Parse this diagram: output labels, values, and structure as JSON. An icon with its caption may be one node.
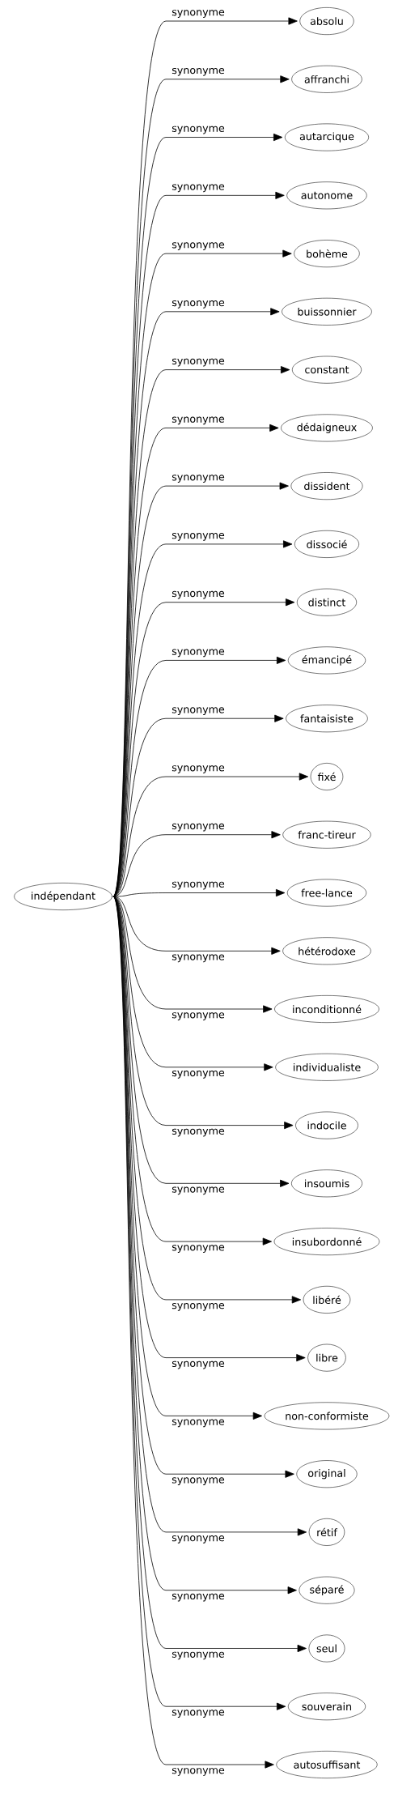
{
  "diagram": {
    "nodes": [
      {
        "text": [
          "indépendant"
        ]
      },
      {
        "text": [
          "absolu"
        ]
      },
      {
        "text": [
          "affranchi"
        ]
      },
      {
        "text": [
          "autarcique"
        ]
      },
      {
        "text": [
          "autonome"
        ]
      },
      {
        "text": [
          "bohème"
        ]
      },
      {
        "text": [
          "buissonnier"
        ]
      },
      {
        "text": [
          "constant"
        ]
      },
      {
        "text": [
          "dédaigneux"
        ]
      },
      {
        "text": [
          "dissident"
        ]
      },
      {
        "text": [
          "dissocié"
        ]
      },
      {
        "text": [
          "distinct"
        ]
      },
      {
        "text": [
          "émancipé"
        ]
      },
      {
        "text": [
          "fantaisiste"
        ]
      },
      {
        "text": [
          "fixé"
        ]
      },
      {
        "text": [
          "franc-tireur"
        ]
      },
      {
        "text": [
          "free-lance"
        ]
      },
      {
        "text": [
          "hétérodoxe"
        ]
      },
      {
        "text": [
          "inconditionné"
        ]
      },
      {
        "text": [
          "individualiste"
        ]
      },
      {
        "text": [
          "indocile"
        ]
      },
      {
        "text": [
          "insoumis"
        ]
      },
      {
        "text": [
          "insubordonné"
        ]
      },
      {
        "text": [
          "libéré"
        ]
      },
      {
        "text": [
          "libre"
        ]
      },
      {
        "text": [
          "non-conformiste"
        ]
      },
      {
        "text": [
          "original"
        ]
      },
      {
        "text": [
          "rétif"
        ]
      },
      {
        "text": [
          "séparé"
        ]
      },
      {
        "text": [
          "seul"
        ]
      },
      {
        "text": [
          "souverain"
        ]
      },
      {
        "text": [
          "autosuffisant"
        ]
      }
    ],
    "edges": [
      {
        "from": 0,
        "to": 1,
        "arrow": "to",
        "label": "synonyme"
      },
      {
        "from": 0,
        "to": 2,
        "arrow": "to",
        "label": "synonyme"
      },
      {
        "from": 0,
        "to": 3,
        "arrow": "to",
        "label": "synonyme"
      },
      {
        "from": 0,
        "to": 4,
        "arrow": "to",
        "label": "synonyme"
      },
      {
        "from": 0,
        "to": 5,
        "arrow": "to",
        "label": "synonyme"
      },
      {
        "from": 0,
        "to": 6,
        "arrow": "to",
        "label": "synonyme"
      },
      {
        "from": 0,
        "to": 7,
        "arrow": "to",
        "label": "synonyme"
      },
      {
        "from": 0,
        "to": 8,
        "arrow": "to",
        "label": "synonyme"
      },
      {
        "from": 0,
        "to": 9,
        "arrow": "to",
        "label": "synonyme"
      },
      {
        "from": 0,
        "to": 10,
        "arrow": "to",
        "label": "synonyme"
      },
      {
        "from": 0,
        "to": 11,
        "arrow": "to",
        "label": "synonyme"
      },
      {
        "from": 0,
        "to": 12,
        "arrow": "to",
        "label": "synonyme"
      },
      {
        "from": 0,
        "to": 13,
        "arrow": "to",
        "label": "synonyme"
      },
      {
        "from": 0,
        "to": 14,
        "arrow": "to",
        "label": "synonyme"
      },
      {
        "from": 0,
        "to": 15,
        "arrow": "to",
        "label": "synonyme"
      },
      {
        "from": 0,
        "to": 16,
        "arrow": "to",
        "label": "synonyme"
      },
      {
        "from": 0,
        "to": 17,
        "arrow": "to",
        "label": "synonyme"
      },
      {
        "from": 0,
        "to": 18,
        "arrow": "to",
        "label": "synonyme"
      },
      {
        "from": 0,
        "to": 19,
        "arrow": "to",
        "label": "synonyme"
      },
      {
        "from": 0,
        "to": 20,
        "arrow": "to",
        "label": "synonyme"
      },
      {
        "from": 0,
        "to": 21,
        "arrow": "to",
        "label": "synonyme"
      },
      {
        "from": 0,
        "to": 22,
        "arrow": "to",
        "label": "synonyme"
      },
      {
        "from": 0,
        "to": 23,
        "arrow": "to",
        "label": "synonyme"
      },
      {
        "from": 0,
        "to": 24,
        "arrow": "to",
        "label": "synonyme"
      },
      {
        "from": 0,
        "to": 25,
        "arrow": "to",
        "label": "synonyme"
      },
      {
        "from": 0,
        "to": 26,
        "arrow": "to",
        "label": "synonyme"
      },
      {
        "from": 0,
        "to": 27,
        "arrow": "to",
        "label": "synonyme"
      },
      {
        "from": 0,
        "to": 28,
        "arrow": "to",
        "label": "synonyme"
      },
      {
        "from": 0,
        "to": 29,
        "arrow": "to",
        "label": "synonyme"
      },
      {
        "from": 0,
        "to": 30,
        "arrow": "to",
        "label": "synonyme"
      },
      {
        "from": 0,
        "to": 31,
        "arrow": "to",
        "label": "synonyme"
      }
    ]
  }
}
